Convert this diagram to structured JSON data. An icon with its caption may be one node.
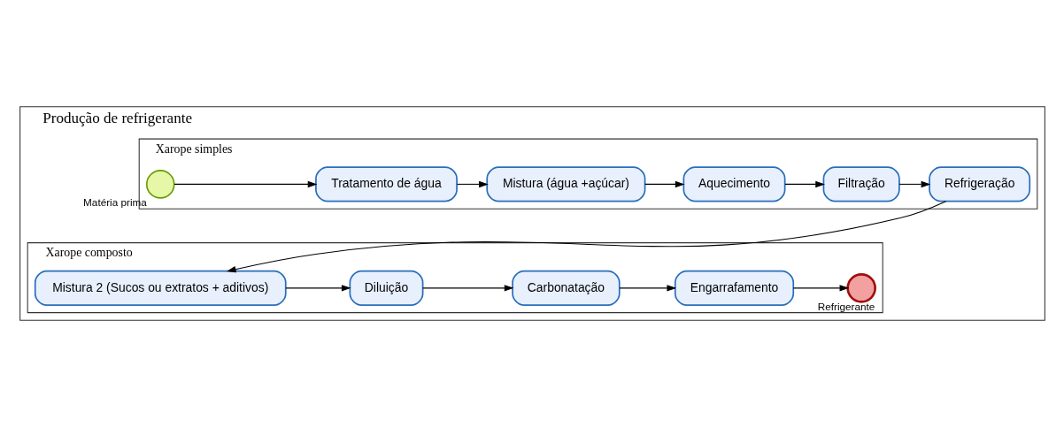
{
  "diagram": {
    "nodes": [
      {
        "text": [
          "Produção de refrigerante"
        ]
      },
      {
        "text": [
          "Xarope simples"
        ],
        "in": 0
      },
      {
        "text": [],
        "shape": "circle",
        "beside": [
          "Matéria prima"
        ],
        "in": 1
      },
      {
        "text": [
          "Tratamento de água"
        ],
        "in": 1
      },
      {
        "text": [
          "Mistura (água +açúcar)"
        ],
        "in": 1
      },
      {
        "text": [
          "Aquecimento"
        ],
        "in": 1
      },
      {
        "text": [
          "Filtração"
        ],
        "in": 1
      },
      {
        "text": [
          "Refrigeração"
        ],
        "in": 1
      },
      {
        "text": [
          "Xarope composto"
        ],
        "in": 0
      },
      {
        "text": [
          "Mistura 2 (Sucos ou extratos + aditivos)"
        ],
        "in": 8
      },
      {
        "text": [
          "Diluição"
        ],
        "in": 8
      },
      {
        "text": [
          "Carbonatação"
        ],
        "in": 8
      },
      {
        "text": [
          "Engarrafamento"
        ],
        "in": 8
      },
      {
        "text": [],
        "shape": "circle",
        "beside": [
          "Refrigerante"
        ],
        "in": 8
      }
    ],
    "edges": [
      {
        "from": 2,
        "to": 3,
        "arrow": "to"
      },
      {
        "from": 3,
        "to": 4,
        "arrow": "to"
      },
      {
        "from": 4,
        "to": 5,
        "arrow": "to"
      },
      {
        "from": 5,
        "to": 6,
        "arrow": "to"
      },
      {
        "from": 6,
        "to": 7,
        "arrow": "to"
      },
      {
        "from": 7,
        "to": 9,
        "arrow": "to"
      },
      {
        "from": 9,
        "to": 10,
        "arrow": "to"
      },
      {
        "from": 10,
        "to": 11,
        "arrow": "to"
      },
      {
        "from": 11,
        "to": 12,
        "arrow": "to"
      },
      {
        "from": 12,
        "to": 13,
        "arrow": "to"
      }
    ]
  }
}
